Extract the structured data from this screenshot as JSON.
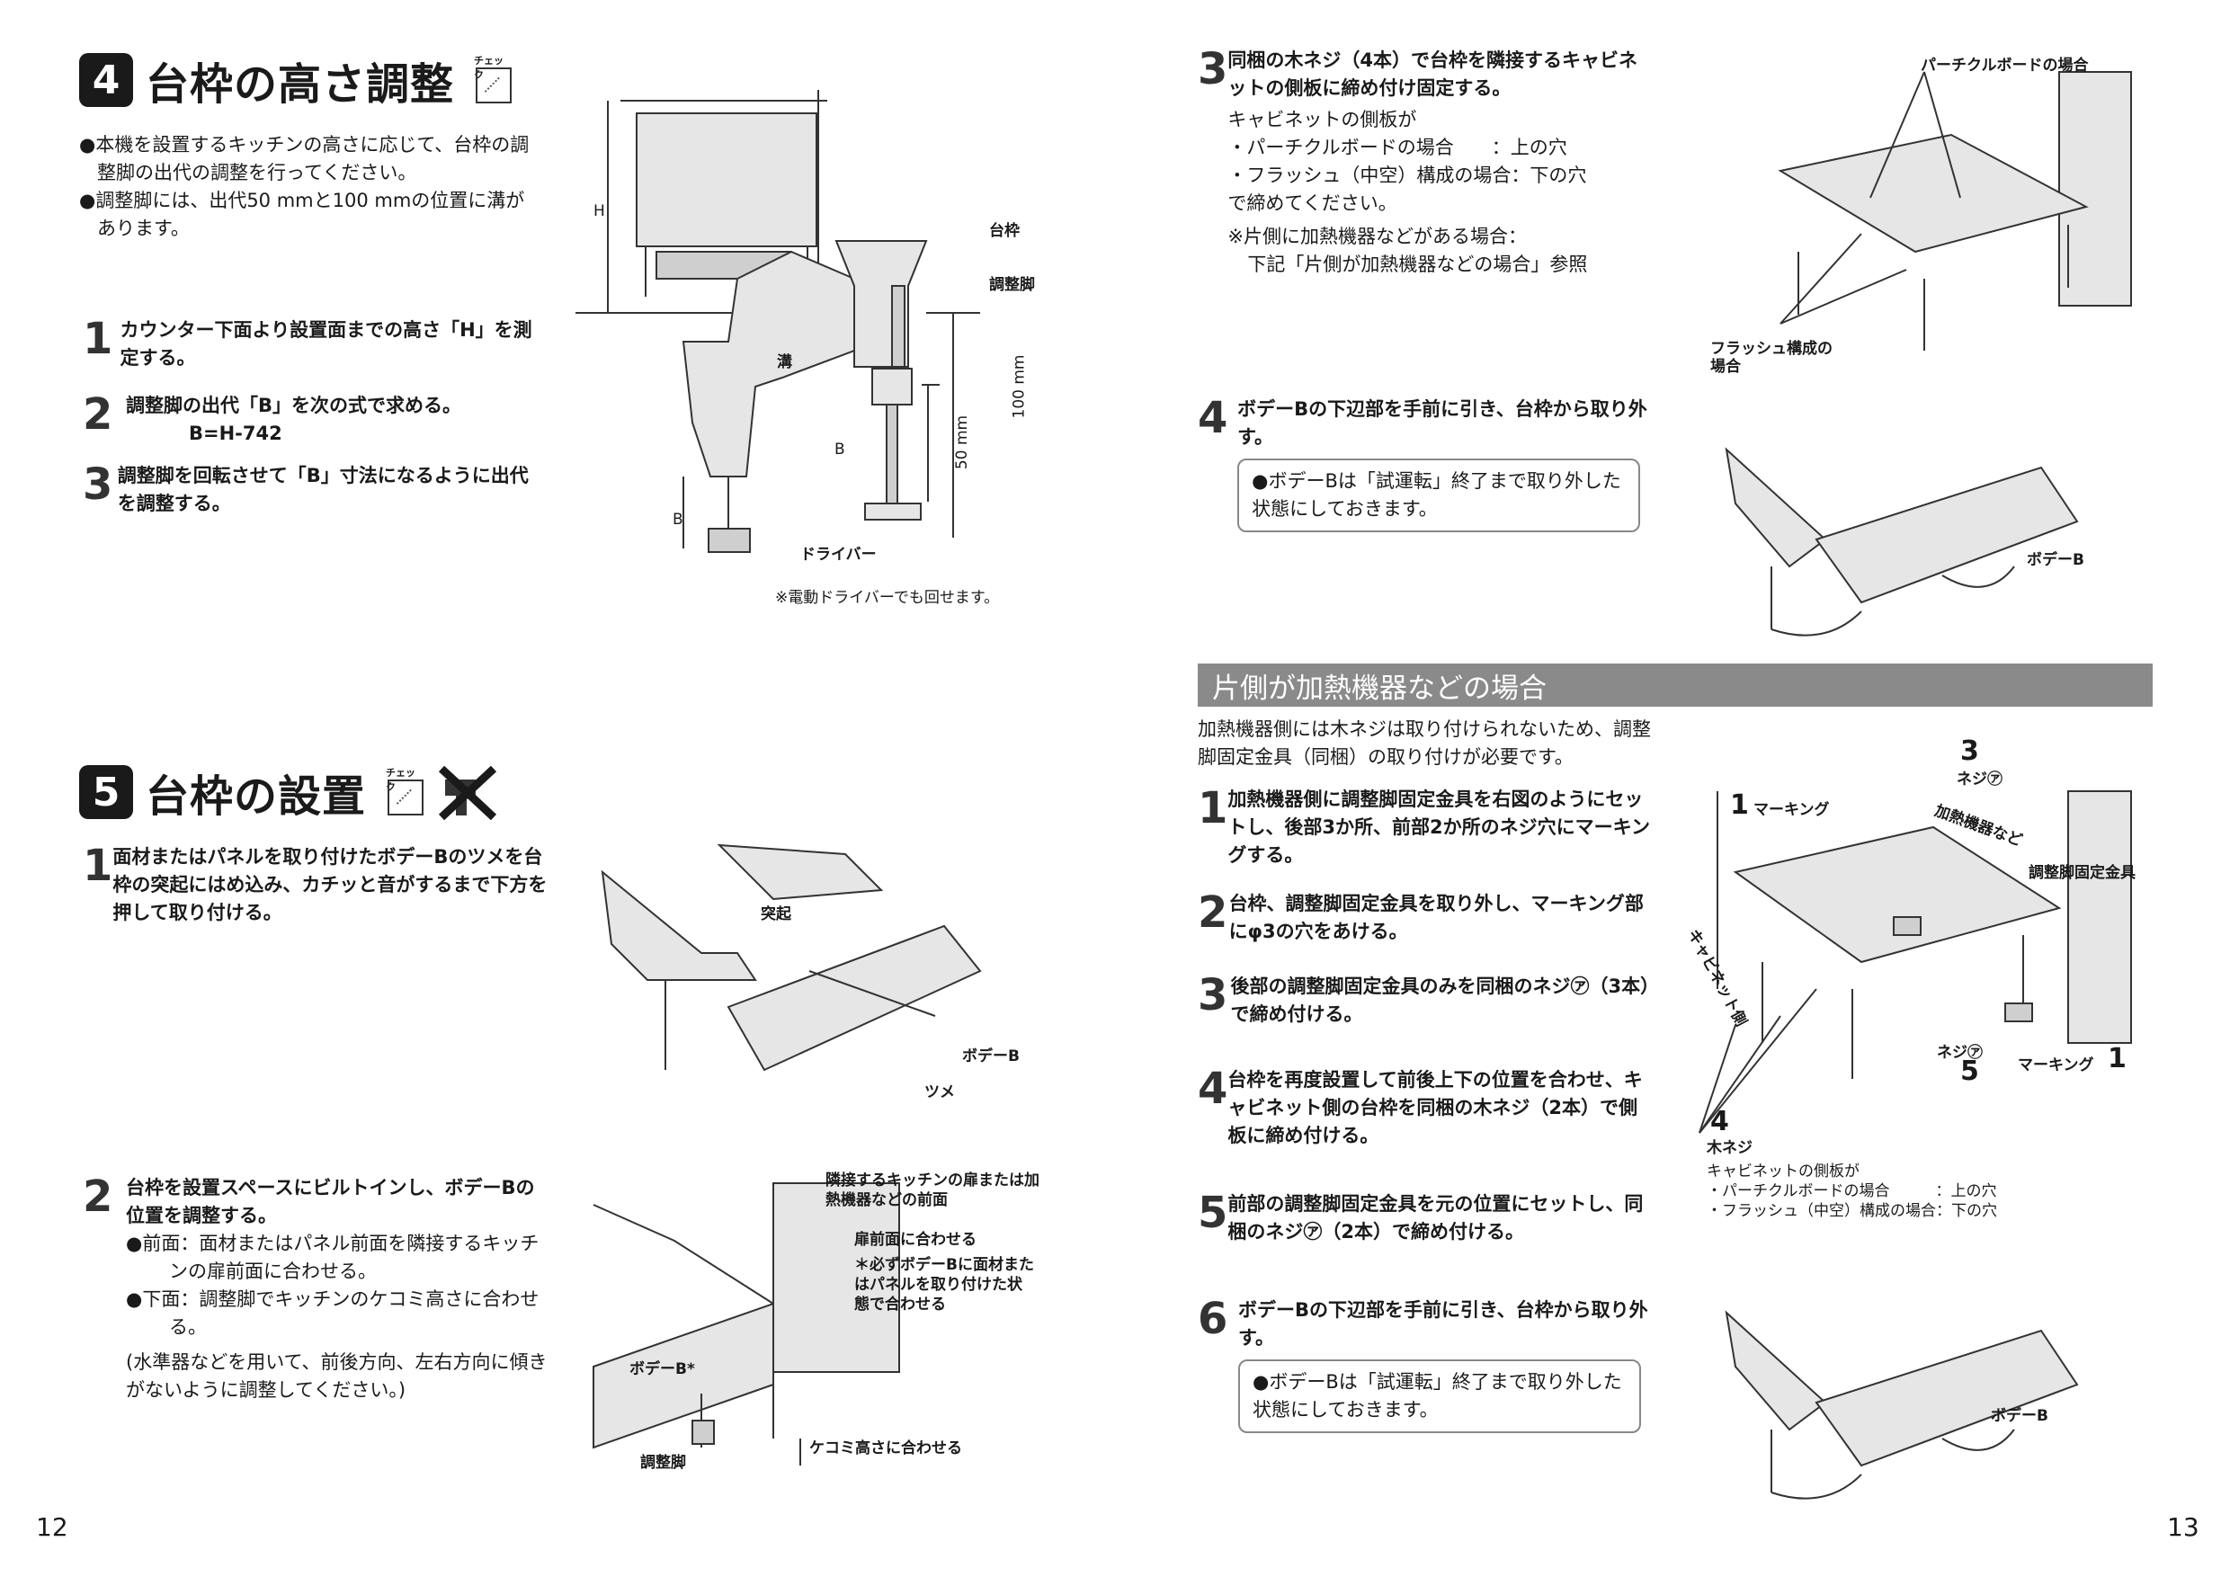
{
  "sec4": {
    "num": "4",
    "title": "台枠の高さ調整",
    "check": "チェック",
    "bullets": [
      "●本機を設置するキッチンの高さに応じて、台枠の調整脚の出代の調整を行ってください。",
      "●調整脚には、出代50 mmと100 mmの位置に溝があります。"
    ],
    "steps": [
      {
        "n": "1",
        "text": "カウンター下面より設置面までの高さ「H」を測定する。"
      },
      {
        "n": "2",
        "text": "調整脚の出代「B」を次の式で求める。",
        "sub": "B=H-742"
      },
      {
        "n": "3",
        "text": "調整脚を回転させて「B」寸法になるように出代を調整する。"
      }
    ],
    "labels": {
      "h": "H",
      "b": "B",
      "daiwaku": "台枠",
      "chouseikyaku": "調整脚",
      "mizo": "溝",
      "b2": "B",
      "mm100": "100 mm",
      "mm50": "50 mm",
      "driver": "ドライバー",
      "note": "※電動ドライバーでも回せます。"
    }
  },
  "sec5": {
    "num": "5",
    "title": "台枠の設置",
    "check": "チェック",
    "steps": [
      {
        "n": "1",
        "text": "面材またはパネルを取り付けたボデーBのツメを台枠の突起にはめ込み、カチッと音がするまで下方を押して取り付ける。"
      },
      {
        "n": "2",
        "text": "台枠を設置スペースにビルトインし、ボデーBの位置を調整する。",
        "items": [
          "●前面：面材またはパネル前面を隣接するキッチンの扉前面に合わせる。",
          "●下面：調整脚でキッチンのケコミ高さに合わせる。"
        ],
        "note": "(水準器などを用いて、前後方向、左右方向に傾きがないように調整してください。)"
      }
    ],
    "labels": {
      "tokki": "突起",
      "bodyb": "ボデーB",
      "tsume": "ツメ",
      "rinsetsu": "隣接するキッチンの扉または加熱機器などの前面",
      "tobira": "扉前面に合わせる",
      "kanarazu": "＊必ずボデーBに面材またはパネルを取り付けた状態で合わせる",
      "bodyb2": "ボデーB*",
      "kekomi": "ケコミ高さに合わせる",
      "chouseikyaku": "調整脚"
    }
  },
  "right": {
    "step3": {
      "n": "3",
      "text": "同梱の木ネジ（4本）で台枠を隣接するキャビネットの側板に締め付け固定する。",
      "plain": [
        "キャビネットの側板が",
        "・パーチクルボードの場合　　：上の穴",
        "・フラッシュ（中空）構成の場合：下の穴",
        "で締めてください。"
      ],
      "note1": "※片側に加熱機器などがある場合：",
      "note2": "下記「片側が加熱機器などの場合」参照"
    },
    "step4": {
      "n": "4",
      "text": "ボデーBの下辺部を手前に引き、台枠から取り外す。",
      "box": "●ボデーBは「試運転」終了まで取り外した状態にしておきます。"
    },
    "fig1": {
      "particle": "パーチクルボードの場合",
      "flush": "フラッシュ構成の場合"
    },
    "fig2": {
      "bodyb": "ボデーB"
    },
    "band": "片側が加熱機器などの場合",
    "intro": "加熱機器側には木ネジは取り付けられないため、調整脚固定金具（同梱）の取り付けが必要です。",
    "steps": [
      {
        "n": "1",
        "text": "加熱機器側に調整脚固定金具を右図のようにセットし、後部3か所、前部2か所のネジ穴にマーキングする。"
      },
      {
        "n": "2",
        "text": "台枠、調整脚固定金具を取り外し、マーキング部にφ3の穴をあける。"
      },
      {
        "n": "3",
        "text": "後部の調整脚固定金具のみを同梱のネジ㋐（3本）で締め付ける。"
      },
      {
        "n": "4",
        "text": "台枠を再度設置して前後上下の位置を合わせ、キャビネット側の台枠を同梱の木ネジ（2本）で側板に締め付ける。"
      },
      {
        "n": "5",
        "text": "前部の調整脚固定金具を元の位置にセットし、同梱のネジ㋐（2本）で締め付ける。"
      },
      {
        "n": "6",
        "text": "ボデーBの下辺部を手前に引き、台枠から取り外す。"
      }
    ],
    "box6": "●ボデーBは「試運転」終了まで取り外した状態にしておきます。",
    "fig3": {
      "n3": "3",
      "neji": "ネジ㋐",
      "n1": "1",
      "marking": "マーキング",
      "kanetsu": "加熱機器など",
      "kanagu": "調整脚固定金具",
      "cabinet": "キャビネット側",
      "neji2": "ネジ㋐",
      "n5": "5",
      "marking2": "マーキング",
      "n1b": "1",
      "n4": "4",
      "mokuneji": "木ネジ"
    },
    "fig3note": [
      "キャビネットの側板が",
      "・パーチクルボードの場合　　　：上の穴",
      "・フラッシュ（中空）構成の場合：下の穴"
    ],
    "fig4": {
      "bodyb": "ボデーB"
    }
  },
  "pages": {
    "left": "12",
    "right": "13"
  }
}
